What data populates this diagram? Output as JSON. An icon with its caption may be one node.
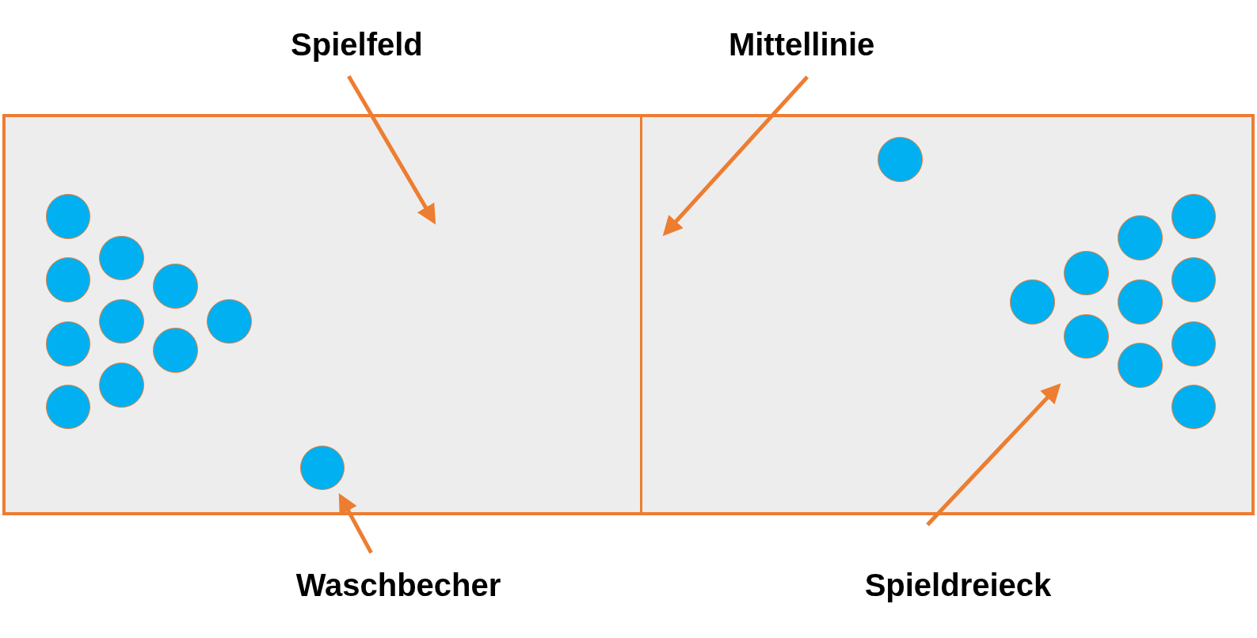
{
  "diagram": {
    "nodes": [
      {
        "text": [
          "Spielfeld"
        ]
      },
      {
        "text": [
          "Mittellinie"
        ]
      },
      {
        "text": [
          "Waschbecher"
        ]
      },
      {
        "text": [
          "Spieldreieck"
        ]
      },
      {
        "text": [],
        "shape": "box"
      },
      {
        "text": [],
        "shape": "bar"
      },
      {
        "text": [],
        "shape": "box"
      },
      {
        "text": [],
        "shape": "circle",
        "in": 4
      },
      {
        "text": [],
        "shape": "circle",
        "in": 4
      },
      {
        "text": [],
        "shape": "circle",
        "in": 4
      },
      {
        "text": [],
        "shape": "circle",
        "in": 4
      },
      {
        "text": [],
        "shape": "circle",
        "in": 4
      },
      {
        "text": [],
        "shape": "circle",
        "in": 4
      },
      {
        "text": [],
        "shape": "circle",
        "in": 4
      },
      {
        "text": [],
        "shape": "circle",
        "in": 4
      },
      {
        "text": [],
        "shape": "circle",
        "in": 4
      },
      {
        "text": [],
        "shape": "circle",
        "in": 4
      },
      {
        "text": [],
        "shape": "circle",
        "in": 4
      },
      {
        "text": [],
        "shape": "circle",
        "in": 6
      },
      {
        "text": [],
        "shape": "circle",
        "in": 6
      },
      {
        "text": [],
        "shape": "circle",
        "in": 6
      },
      {
        "text": [],
        "shape": "circle",
        "in": 6
      },
      {
        "text": [],
        "shape": "circle",
        "in": 6
      },
      {
        "text": [],
        "shape": "circle",
        "in": 6
      },
      {
        "text": [],
        "shape": "circle",
        "in": 6
      },
      {
        "text": [],
        "shape": "circle",
        "in": 6
      },
      {
        "text": [],
        "shape": "circle",
        "in": 6
      },
      {
        "text": [],
        "shape": "circle",
        "in": 6
      },
      {
        "text": [],
        "shape": "circle",
        "in": 6
      }
    ],
    "edges": [
      {
        "from": 0,
        "to": 4,
        "arrow": "to"
      },
      {
        "from": 1,
        "to": 5,
        "arrow": "to"
      },
      {
        "from": 2,
        "to": 17,
        "arrow": "to"
      },
      {
        "from": 3,
        "to": 21,
        "arrow": "to"
      }
    ]
  }
}
